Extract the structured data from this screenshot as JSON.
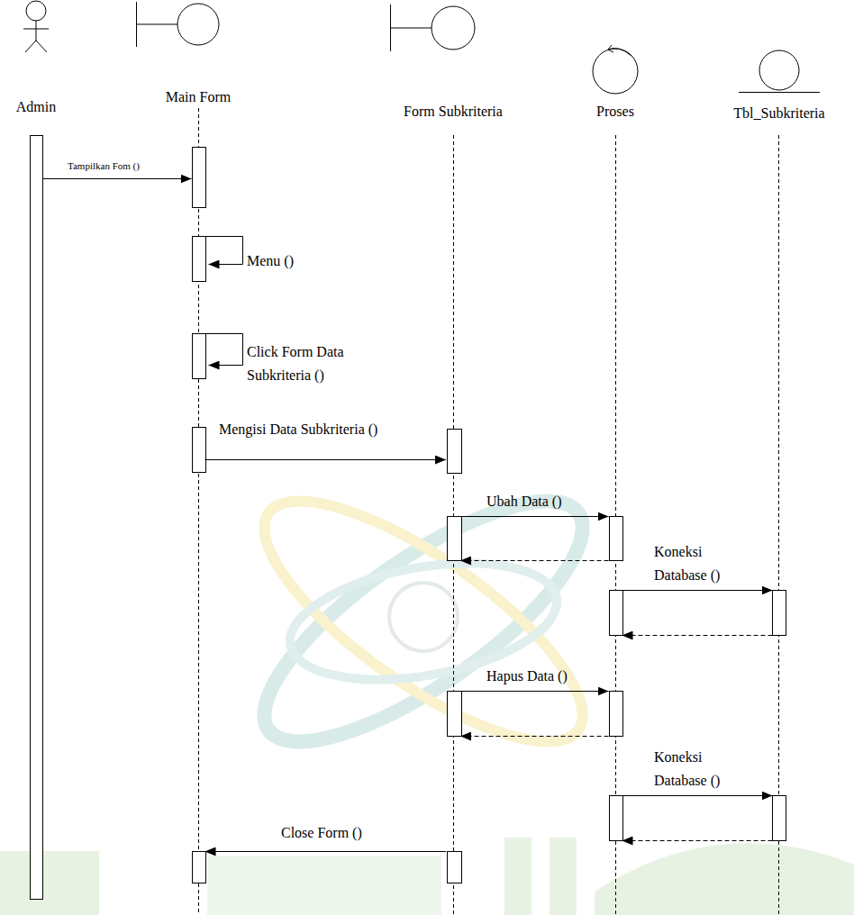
{
  "diagram": {
    "nodes": [
      {
        "text": [
          "Admin"
        ]
      },
      {
        "text": [
          "Main Form"
        ]
      },
      {
        "text": [
          "Form Subkriteria"
        ]
      },
      {
        "text": [
          "Proses"
        ]
      },
      {
        "text": [
          "Tbl_Subkriteria"
        ]
      }
    ],
    "edges": [
      {
        "from": 0,
        "to": 1,
        "arrow": "to",
        "label": "Tampilkan Fom ()"
      },
      {
        "from": 1,
        "to": 1,
        "arrow": "to",
        "label": "Menu ()"
      },
      {
        "from": 1,
        "to": 1,
        "arrow": "to",
        "label": "Click Form Data Subkriteria ()"
      },
      {
        "from": 1,
        "to": 2,
        "arrow": "to",
        "label": "Mengisi Data Subkriteria ()"
      },
      {
        "from": 2,
        "to": 3,
        "arrow": "to",
        "label": "Ubah Data ()"
      },
      {
        "from": 3,
        "to": 2,
        "arrow": "to"
      },
      {
        "from": 3,
        "to": 4,
        "arrow": "to",
        "label": "Koneksi Database ()"
      },
      {
        "from": 4,
        "to": 3,
        "arrow": "to"
      },
      {
        "from": 2,
        "to": 3,
        "arrow": "to",
        "label": "Hapus Data ()"
      },
      {
        "from": 3,
        "to": 2,
        "arrow": "to"
      },
      {
        "from": 3,
        "to": 4,
        "arrow": "to",
        "label": "Koneksi Database ()"
      },
      {
        "from": 4,
        "to": 3,
        "arrow": "to"
      },
      {
        "from": 2,
        "to": 1,
        "arrow": "to",
        "label": "Close Form ()"
      }
    ]
  }
}
